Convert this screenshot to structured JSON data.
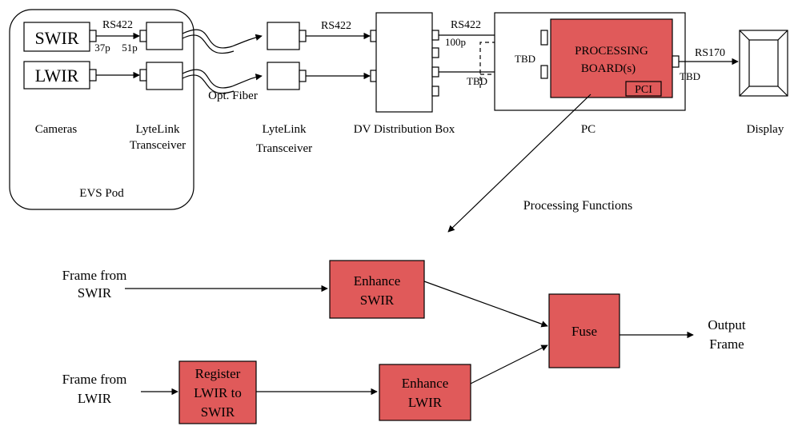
{
  "labels": {
    "swir": "SWIR",
    "lwir": "LWIR",
    "rs422_a": "RS422",
    "pins_37": "37p",
    "pins_51": "51p",
    "opt_fiber": "Opt. Fiber",
    "rs422_b": "RS422",
    "rs422_c": "RS422",
    "pins_100": "100p",
    "tbd_1": "TBD",
    "tbd_2": "TBD",
    "tbd_3": "TBD",
    "rs170": "RS170",
    "processing_line1": "PROCESSING",
    "processing_line2": "BOARD(s)",
    "pci": "PCI",
    "cameras": "Cameras",
    "lytelink1_line1": "LyteLink",
    "lytelink1_line2": "Transceiver",
    "lytelink2_line1": "LyteLink",
    "lytelink2_line2": "Transceiver",
    "dv_box": "DV Distribution Box",
    "pc": "PC",
    "display": "Display",
    "evs_pod": "EVS Pod",
    "processing_functions": "Processing Functions",
    "frame_swir_line1": "Frame from",
    "frame_swir_line2": "SWIR",
    "frame_lwir_line1": "Frame from",
    "frame_lwir_line2": "LWIR",
    "enhance_swir_line1": "Enhance",
    "enhance_swir_line2": "SWIR",
    "register_line1": "Register",
    "register_line2": "LWIR to",
    "register_line3": "SWIR",
    "enhance_lwir_line1": "Enhance",
    "enhance_lwir_line2": "LWIR",
    "fuse": "Fuse",
    "output_line1": "Output",
    "output_line2": "Frame"
  },
  "colors": {
    "block_fill": "#e05a5a",
    "line": "#000000"
  }
}
